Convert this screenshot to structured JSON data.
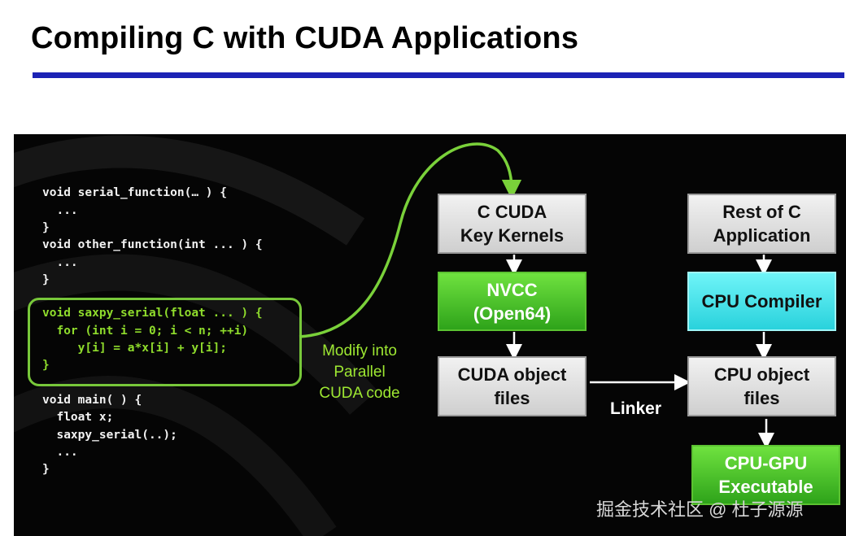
{
  "slide": {
    "title": "Compiling C with CUDA Applications"
  },
  "code": {
    "lines": [
      "void serial_function(… ) {",
      "  ...",
      "}",
      "void other_function(int ... ) {",
      "  ...",
      "}",
      "void saxpy_serial(float ... ) {",
      "  for (int i = 0; i < n; ++i)",
      "     y[i] = a*x[i] + y[i];",
      "}",
      "void main( ) {",
      "  float x;",
      "  saxpy_serial(..);",
      "  ...",
      "}"
    ]
  },
  "annotation": {
    "modify_line1": "Modify into",
    "modify_line2": "Parallel",
    "modify_line3": "CUDA code"
  },
  "boxes": {
    "c_cuda_line1": "C CUDA",
    "c_cuda_line2": "Key Kernels",
    "nvcc_line1": "NVCC",
    "nvcc_line2": "(Open64)",
    "cuda_obj_line1": "CUDA object",
    "cuda_obj_line2": "files",
    "rest_line1": "Rest of C",
    "rest_line2": "Application",
    "cpu_compiler": "CPU Compiler",
    "cpu_obj_line1": "CPU object",
    "cpu_obj_line2": "files",
    "exe_line1": "CPU-GPU",
    "exe_line2": "Executable"
  },
  "linker_label": "Linker",
  "watermark": "掘金技术社区 @ 杜子源源",
  "colors": {
    "title_rule": "#1c23b5",
    "green_accent": "#78c83a",
    "panel_bg": "#050505"
  }
}
